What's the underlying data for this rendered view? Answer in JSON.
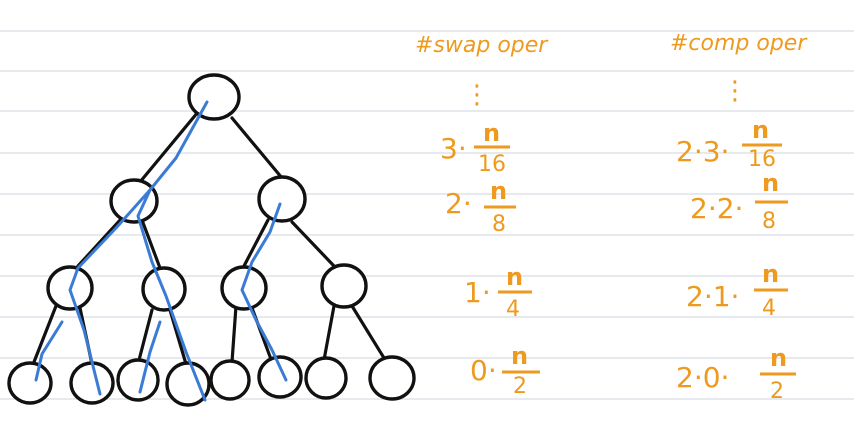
{
  "columns": {
    "swap": {
      "header": "#swap oper",
      "dots": "⋮",
      "rows": [
        {
          "coef": "3·",
          "num": "n",
          "den": "16"
        },
        {
          "coef": "2·",
          "num": "n",
          "den": "8"
        },
        {
          "coef": "1·",
          "num": "n",
          "den": "4"
        },
        {
          "coef": "0·",
          "num": "n",
          "den": "2"
        }
      ]
    },
    "comp": {
      "header": "#comp oper",
      "dots": "⋮",
      "rows": [
        {
          "coef": "2·3·",
          "num": "n",
          "den": "16"
        },
        {
          "coef": "2·2·",
          "num": "n",
          "den": "8"
        },
        {
          "coef": "2·1·",
          "num": "n",
          "den": "4"
        },
        {
          "coef": "2·0·",
          "num": "n",
          "den": "2"
        }
      ]
    }
  },
  "colors": {
    "ink": "#111111",
    "blue_path": "#3a7bd5",
    "orange_text": "#ee9a1e",
    "rule_line": "#d8dde4"
  }
}
